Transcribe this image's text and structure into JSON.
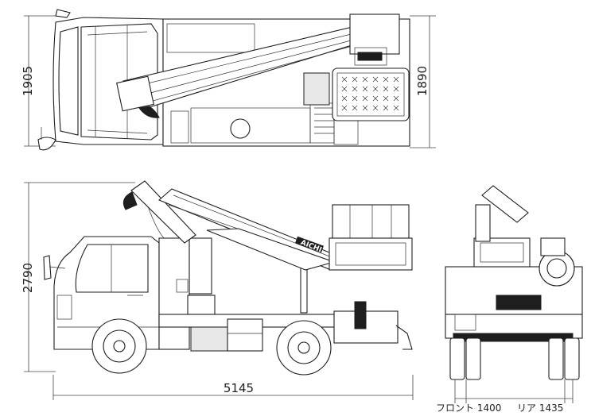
{
  "dimensions": {
    "top_width_front": "1905",
    "top_width_rear": "1890",
    "side_height": "2790",
    "side_length": "5145",
    "track_front": "フロント 1400",
    "track_rear": "リア 1435"
  },
  "markings": {
    "boom_brand": "AICHI"
  },
  "colors": {
    "line": "#1e1e1e",
    "background": "#ffffff"
  }
}
